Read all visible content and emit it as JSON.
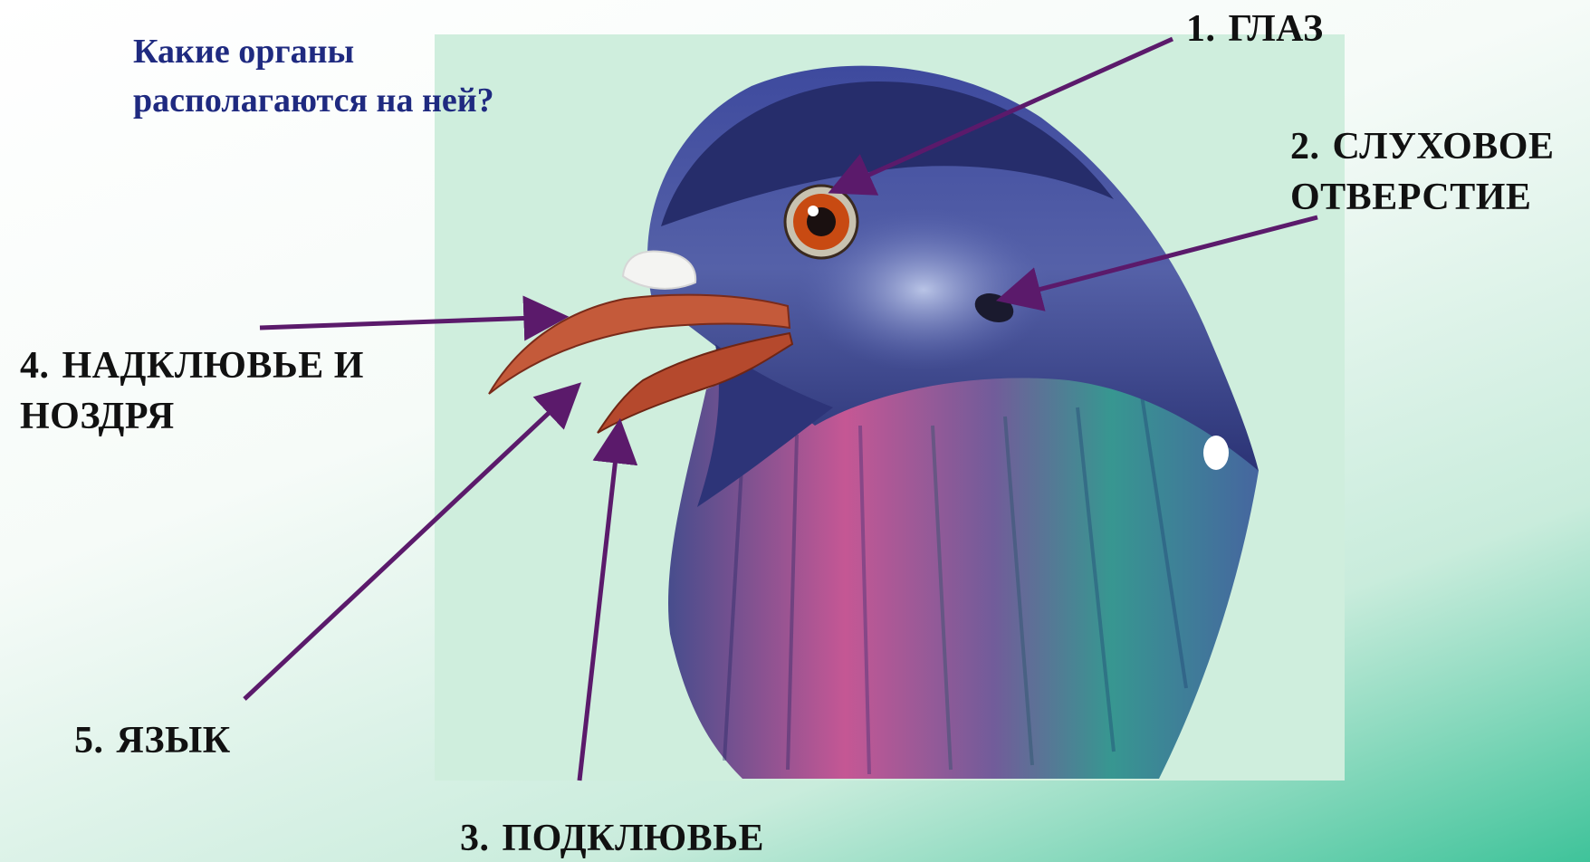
{
  "question": "Какие органы располагаются на ней?",
  "labels": [
    {
      "num": "1.",
      "text": "ГЛАЗ"
    },
    {
      "num": "2.",
      "text": "СЛУХОВОЕ ОТВЕРСТИЕ"
    },
    {
      "num": "3.",
      "text": "ПОДКЛЮВЬЕ"
    },
    {
      "num": "4.",
      "text": "НАДКЛЮВЬЕ И НОЗДРЯ"
    },
    {
      "num": "5.",
      "text": "ЯЗЫК"
    }
  ],
  "colors": {
    "question": "#1f2a80",
    "pointer": "#5b1a6b",
    "panel": "#cfeedd",
    "gradient_end": "#3fc39a"
  }
}
